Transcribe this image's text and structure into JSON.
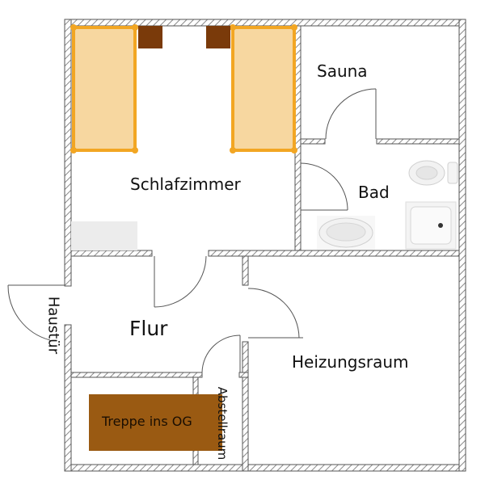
{
  "floorplan": {
    "rooms": {
      "schlafzimmer": {
        "label": "Schlafzimmer"
      },
      "sauna": {
        "label": "Sauna"
      },
      "bad": {
        "label": "Bad"
      },
      "flur": {
        "label": "Flur"
      },
      "heizungsraum": {
        "label": "Heizungsraum"
      },
      "abstellraum": {
        "label": "Abstellraum"
      },
      "haustuer": {
        "label": "Haustür"
      }
    },
    "furniture": {
      "stairs": {
        "label": "Treppe ins OG",
        "color": "#9a5a12"
      },
      "bed_color": "#f7d7a0",
      "bed_frame_color": "#f2a623",
      "nightstand_color": "#7a3a0a"
    },
    "colors": {
      "wall": "#555555",
      "hatch": "#888888"
    }
  }
}
